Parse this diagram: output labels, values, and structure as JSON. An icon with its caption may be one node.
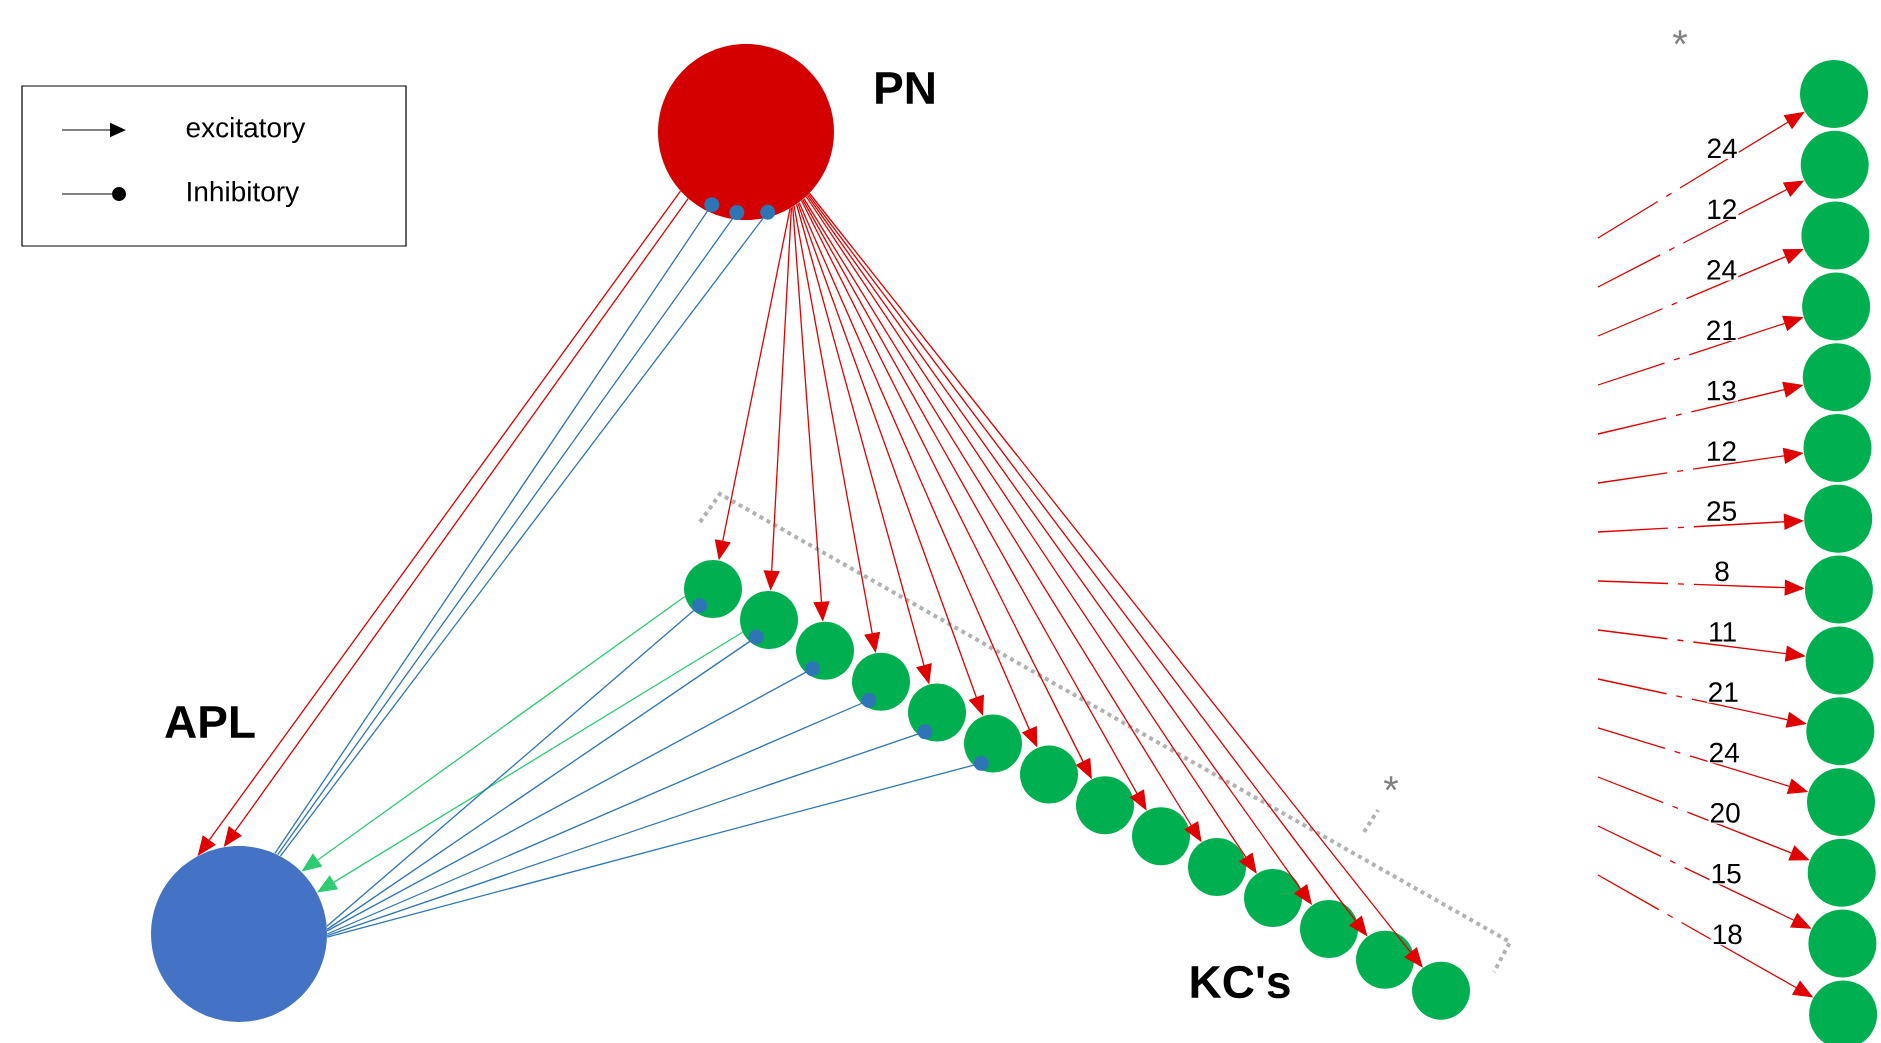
{
  "diagram": {
    "nodes": [
      {
        "text": [
          "PN"
        ]
      },
      {
        "text": [
          "APL"
        ]
      },
      {
        "text": [],
        "shape": "circle"
      },
      {
        "text": [],
        "shape": "circle"
      },
      {
        "text": [],
        "shape": "circle"
      },
      {
        "text": [],
        "shape": "circle"
      },
      {
        "text": [],
        "shape": "circle"
      },
      {
        "text": [],
        "shape": "circle"
      },
      {
        "text": [],
        "shape": "circle"
      },
      {
        "text": [],
        "shape": "circle"
      },
      {
        "text": [],
        "shape": "circle"
      },
      {
        "text": [],
        "shape": "circle"
      },
      {
        "text": [],
        "shape": "circle"
      },
      {
        "text": [],
        "shape": "circle"
      },
      {
        "text": [],
        "shape": "circle"
      },
      {
        "text": [],
        "shape": "circle"
      },
      {
        "text": [],
        "shape": "circle"
      },
      {
        "text": [],
        "shape": "circle"
      },
      {
        "text": [],
        "shape": "circle"
      },
      {
        "text": [],
        "shape": "circle"
      },
      {
        "text": [],
        "shape": "circle"
      },
      {
        "text": [],
        "shape": "circle"
      },
      {
        "text": [],
        "shape": "circle"
      },
      {
        "text": [],
        "shape": "circle"
      },
      {
        "text": [],
        "shape": "circle"
      },
      {
        "text": [],
        "shape": "circle"
      },
      {
        "text": [],
        "shape": "circle"
      },
      {
        "text": [],
        "shape": "circle"
      },
      {
        "text": [],
        "shape": "circle"
      },
      {
        "text": [],
        "shape": "circle"
      }
    ],
    "edges": [
      {
        "from": 0,
        "to": 1,
        "arrow": "to"
      },
      {
        "from": 0,
        "to": 1,
        "arrow": "to"
      },
      {
        "from": 1,
        "to": 0,
        "arrow": "other",
        "color": "#2e75b6"
      },
      {
        "from": 1,
        "to": 0,
        "arrow": "other",
        "color": "#2e75b6"
      },
      {
        "from": 1,
        "to": 0,
        "arrow": "other",
        "color": "#2e75b6"
      },
      {
        "from": 0,
        "to": 2,
        "arrow": "to"
      },
      {
        "from": 0,
        "to": 3,
        "arrow": "to"
      },
      {
        "from": 0,
        "to": 4,
        "arrow": "to"
      },
      {
        "from": 0,
        "to": 5,
        "arrow": "to"
      },
      {
        "from": 0,
        "to": 6,
        "arrow": "to"
      },
      {
        "from": 0,
        "to": 7,
        "arrow": "to"
      },
      {
        "from": 0,
        "to": 8,
        "arrow": "to"
      },
      {
        "from": 0,
        "to": 9,
        "arrow": "to"
      },
      {
        "from": 0,
        "to": 10,
        "arrow": "to"
      },
      {
        "from": 0,
        "to": 11,
        "arrow": "to"
      },
      {
        "from": 0,
        "to": 12,
        "arrow": "to"
      },
      {
        "from": 0,
        "to": 13,
        "arrow": "to"
      },
      {
        "from": 0,
        "to": 14,
        "arrow": "to"
      },
      {
        "from": 0,
        "to": 15,
        "arrow": "to"
      },
      {
        "from": 2,
        "to": 1,
        "arrow": "to",
        "color": "#2ecc71"
      },
      {
        "from": 3,
        "to": 1,
        "arrow": "to",
        "color": "#2ecc71"
      },
      {
        "from": 1,
        "to": 2,
        "arrow": "other",
        "color": "#2e75b6"
      },
      {
        "from": 1,
        "to": 3,
        "arrow": "other",
        "color": "#2e75b6"
      },
      {
        "from": 1,
        "to": 4,
        "arrow": "other",
        "color": "#2e75b6"
      },
      {
        "from": 1,
        "to": 5,
        "arrow": "other",
        "color": "#2e75b6"
      },
      {
        "from": 1,
        "to": 6,
        "arrow": "other",
        "color": "#2e75b6"
      },
      {
        "from": 1,
        "to": 7,
        "arrow": "other",
        "color": "#2e75b6"
      },
      {
        "from": null,
        "to": 16,
        "arrow": "to",
        "label": "24",
        "style": "dashed"
      },
      {
        "from": null,
        "to": 17,
        "arrow": "to",
        "label": "12",
        "style": "dashed"
      },
      {
        "from": null,
        "to": 18,
        "arrow": "to",
        "label": "24",
        "style": "dashed"
      },
      {
        "from": null,
        "to": 19,
        "arrow": "to",
        "label": "21",
        "style": "dashed"
      },
      {
        "from": null,
        "to": 20,
        "arrow": "to",
        "label": "13",
        "style": "dashed"
      },
      {
        "from": null,
        "to": 21,
        "arrow": "to",
        "label": "12",
        "style": "dashed"
      },
      {
        "from": null,
        "to": 22,
        "arrow": "to",
        "label": "25",
        "style": "dashed"
      },
      {
        "from": null,
        "to": 23,
        "arrow": "to",
        "label": "8",
        "style": "dashed"
      },
      {
        "from": null,
        "to": 24,
        "arrow": "to",
        "label": "11",
        "style": "dashed"
      },
      {
        "from": null,
        "to": 25,
        "arrow": "to",
        "label": "21",
        "style": "dashed"
      },
      {
        "from": null,
        "to": 26,
        "arrow": "to",
        "label": "24",
        "style": "dashed"
      },
      {
        "from": null,
        "to": 27,
        "arrow": "to",
        "label": "20",
        "style": "dashed"
      },
      {
        "from": null,
        "to": 28,
        "arrow": "to",
        "label": "15",
        "style": "dashed"
      },
      {
        "from": null,
        "to": 29,
        "arrow": "to",
        "label": "18",
        "style": "dashed"
      }
    ],
    "labels": [
      "*",
      "*",
      "KC's"
    ],
    "legend": [
      {
        "text": "excitatory"
      },
      {
        "text": "Inhibitory"
      }
    ]
  }
}
